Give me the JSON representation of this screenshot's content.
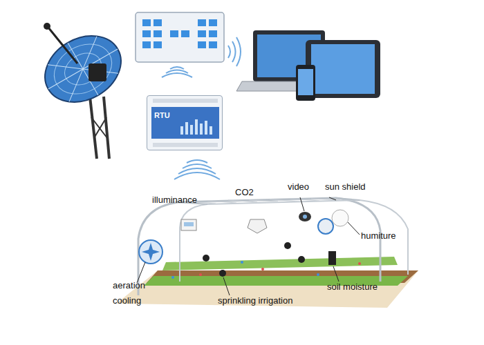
{
  "diagram": {
    "nodes": [
      {
        "text": [
          "RTU"
        ]
      }
    ],
    "labels": [
      "illuminance",
      "CO2",
      "video",
      "sun shield",
      "humiture",
      "aeration",
      "cooling",
      "sprinkling irrigation",
      "soil moisture"
    ]
  }
}
